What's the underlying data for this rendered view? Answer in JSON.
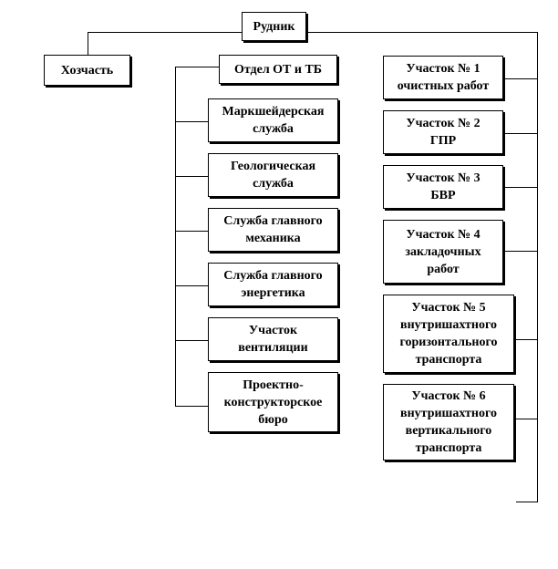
{
  "diagram": {
    "root": "Рудник",
    "left_node": "Хозчасть",
    "middle_column": [
      "Отдел ОТ и ТБ",
      "Маркшейдерская\nслужба",
      "Геологическая\nслужба",
      "Служба главного\nмеханика",
      "Служба главного\nэнергетика",
      "Участок\nвентиляции",
      "Проектно-\nконструкторское\nбюро"
    ],
    "right_column": [
      "Участок № 1\nочистных работ",
      "Участок № 2\nГПР",
      "Участок № 3\nБВР",
      "Участок № 4\nзакладочных\nработ",
      "Участок № 5\nвнутришахтного\nгоризонтального\nтранспорта",
      "Участок № 6\nвнутришахтного\nвертикального\nтранспорта"
    ]
  }
}
